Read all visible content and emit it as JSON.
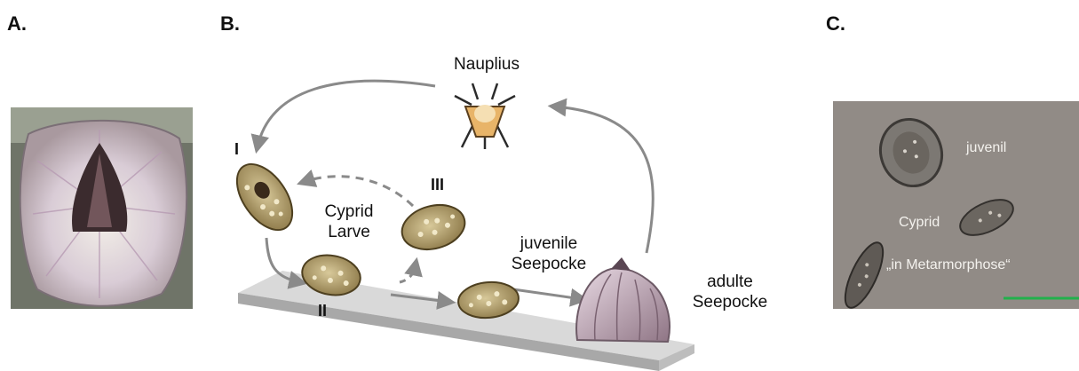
{
  "panels": {
    "a": "A.",
    "b": "B.",
    "c": "C."
  },
  "cycle": {
    "nauplius": "Nauplius",
    "stage_1": "I",
    "stage_2": "II",
    "stage_3": "III",
    "cyprid_larve_line1": "Cyprid",
    "cyprid_larve_line2": "Larve",
    "juvenile_line1": "juvenile",
    "juvenile_line2": "Seepocke",
    "adult_line1": "adulte",
    "adult_line2": "Seepocke"
  },
  "micrograph": {
    "juvenil": "juvenil",
    "cyprid": "Cyprid",
    "metamorphose": "„in Metarmorphose“",
    "scale_bar_color": "#22b14c"
  },
  "colors": {
    "arrow": "#8a8a8a",
    "substrate_top": "#dadada",
    "substrate_side": "#a9a9a9"
  }
}
